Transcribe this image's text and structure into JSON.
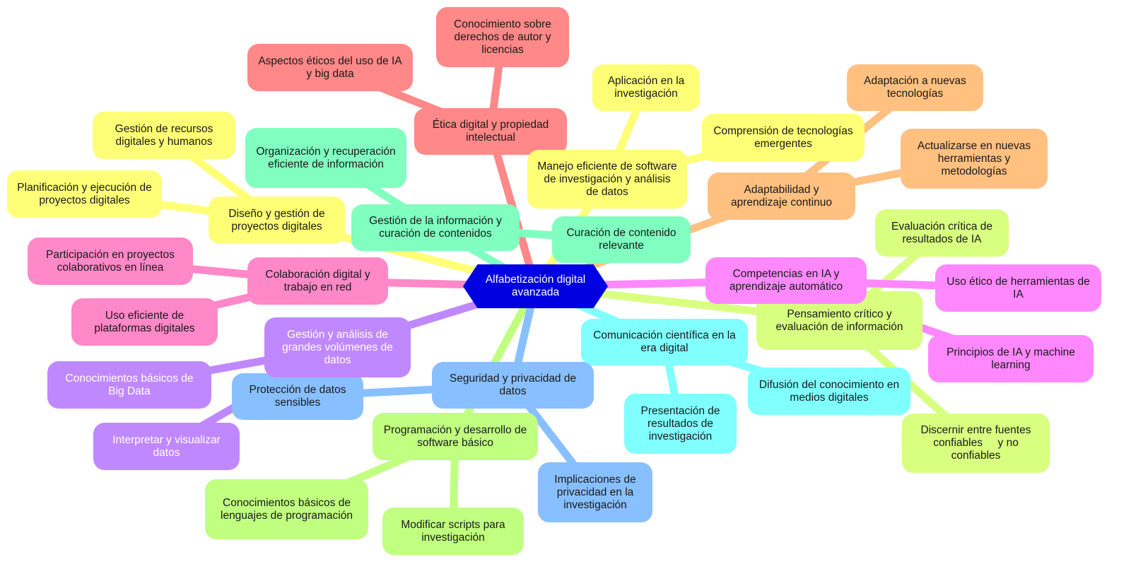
{
  "root": {
    "label": "Alfabetización digital avanzada",
    "color": "#0000e0"
  },
  "branches": [
    {
      "label": "Ética digital y propiedad intelectual",
      "color": "#ff8888",
      "children": [
        "Conocimiento sobre derechos de autor y licencias",
        "Aspectos éticos del uso de IA y big data"
      ]
    },
    {
      "label": "Manejo eficiente de software de investigación y análisis de datos",
      "color": "#ffff77",
      "children": [
        "Aplicación en la investigación",
        "Comprensión de tecnologías emergentes"
      ]
    },
    {
      "label": "Adaptabilidad y aprendizaje continuo",
      "color": "#ffc080",
      "children": [
        "Adaptación a nuevas tecnologías",
        "Actualizarse en nuevas herramientas y metodologías"
      ]
    },
    {
      "label": "Gestión de la información y curación de contenidos",
      "color": "#80ffc0",
      "children": [
        "Organización y recuperación eficiente de información",
        "Curación de contenido relevante"
      ]
    },
    {
      "label": "Competencias en IA y aprendizaje automático",
      "color": "#ff88ff",
      "children": [
        "Uso ético de herramientas de IA",
        "Principios de IA y machine learning"
      ]
    },
    {
      "label": "Pensamiento crítico y evaluación de información",
      "color": "#d8ff80",
      "children": [
        "Evaluación crítica de resultados de IA",
        "Discernir entre fuentes confiables     y no confiables"
      ]
    },
    {
      "label": "Comunicación científica en la era digital",
      "color": "#80ffff",
      "children": [
        "Presentación de resultados de investigación",
        "Difusión del conocimiento en medios digitales"
      ]
    },
    {
      "label": "Seguridad y privacidad de datos",
      "color": "#88c0ff",
      "children": [
        "Protección de datos sensibles",
        "Implicaciones de privacidad en la investigación"
      ]
    },
    {
      "label": "Programación y desarrollo de software básico",
      "color": "#c0ff80",
      "children": [
        "Conocimientos básicos de lenguajes de programación",
        "Modificar scripts para investigación"
      ]
    },
    {
      "label": "Gestión y análisis de grandes volúmenes de datos",
      "color": "#c088ff",
      "children": [
        "Conocimientos básicos de Big Data",
        "Interpretar y visualizar datos"
      ]
    },
    {
      "label": "Colaboración digital y trabajo en red",
      "color": "#ff88c8",
      "children": [
        "Participación en proyectos colaborativos en línea",
        "Uso eficiente de plataformas digitales"
      ]
    },
    {
      "label": "Diseño y gestión de proyectos digitales",
      "color": "#ffff77",
      "children": [
        "Gestión de recursos digitales y humanos",
        "Planificación y ejecución de proyectos digitales"
      ]
    }
  ]
}
